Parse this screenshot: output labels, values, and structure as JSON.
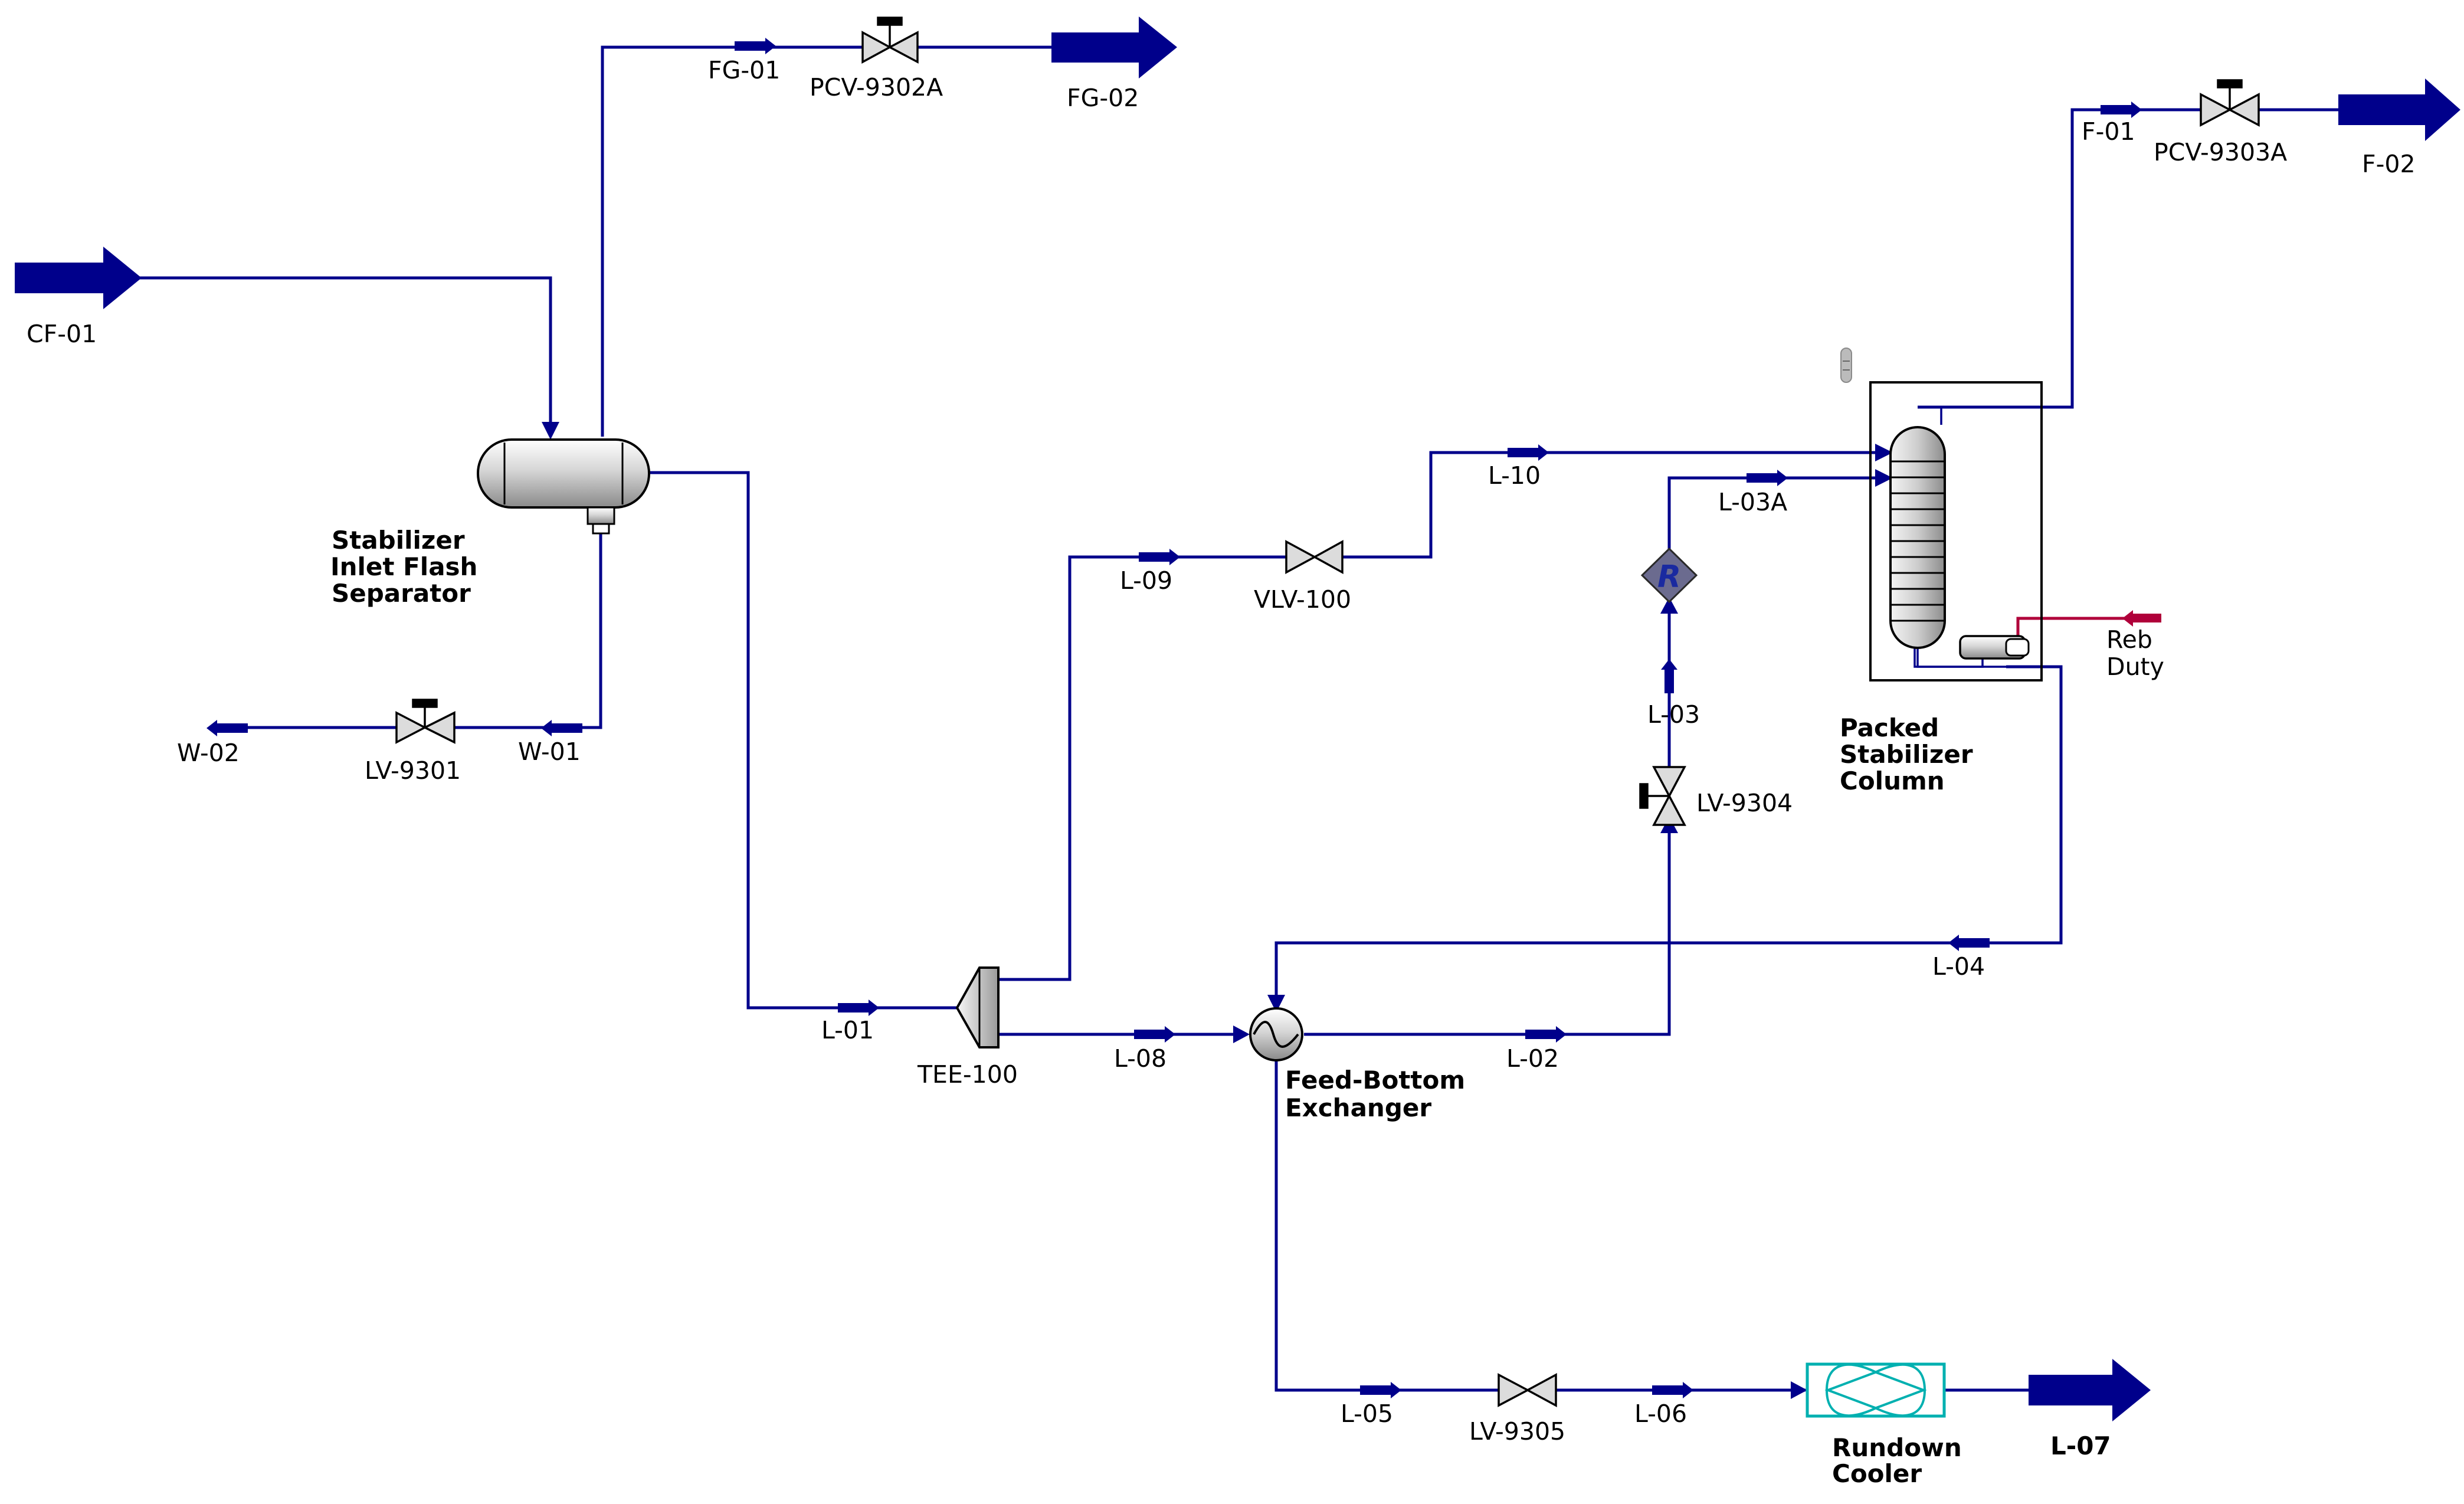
{
  "colors": {
    "stream": "#00008b",
    "energy": "#b0003a",
    "equipment_fill": "#cfcfcf",
    "cooler": "#00b0b0",
    "recycle": "#6b6b8f"
  },
  "streams": {
    "cf01": "CF-01",
    "fg01": "FG-01",
    "fg02": "FG-02",
    "w01": "W-01",
    "w02": "W-02",
    "l01": "L-01",
    "l02": "L-02",
    "l03": "L-03",
    "l03a": "L-03A",
    "l04": "L-04",
    "l05": "L-05",
    "l06": "L-06",
    "l07": "L-07",
    "l08": "L-08",
    "l09": "L-09",
    "l10": "L-10",
    "f01": "F-01",
    "f02": "F-02",
    "reb_duty": [
      "Reb",
      "Duty"
    ]
  },
  "valves": {
    "pcv9302a": "PCV-9302A",
    "pcv9303a": "PCV-9303A",
    "lv9301": "LV-9301",
    "lv9304": "LV-9304",
    "lv9305": "LV-9305",
    "vlv100": "VLV-100"
  },
  "units": {
    "separator": [
      "Stabilizer",
      "Inlet Flash",
      "Separator"
    ],
    "column": [
      "Packed",
      "Stabilizer",
      "Column"
    ],
    "exchanger": [
      "Feed-Bottom",
      "Exchanger"
    ],
    "cooler": [
      "Rundown",
      "Cooler"
    ],
    "tee": "TEE-100",
    "recycle_symbol": "R"
  }
}
